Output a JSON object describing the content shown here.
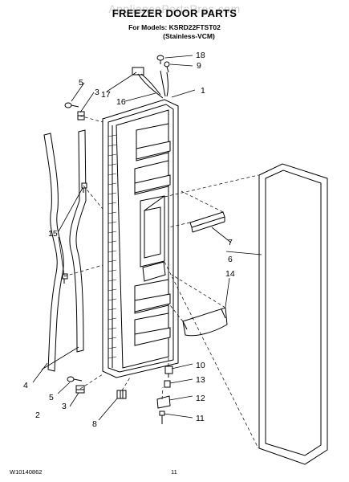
{
  "header": {
    "watermark": "AppliancePartsPros.com",
    "title": "FREEZER DOOR PARTS",
    "models": "For Models: KSRD22FTST02",
    "variant": "(Stainless-VCM)"
  },
  "callouts": [
    "1",
    "2",
    "3",
    "3",
    "4",
    "5",
    "5",
    "6",
    "7",
    "8",
    "9",
    "10",
    "11",
    "12",
    "13",
    "14",
    "15",
    "16",
    "17",
    "18"
  ],
  "footer": {
    "doc_number": "W10140862",
    "page_number": "11"
  }
}
